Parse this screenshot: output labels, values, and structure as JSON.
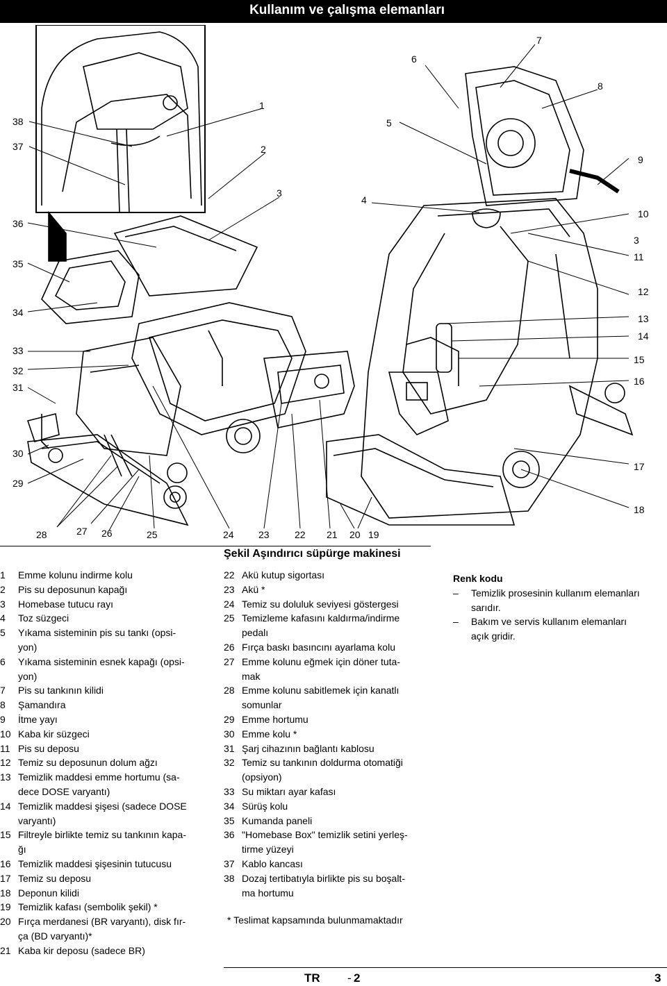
{
  "header": {
    "title": "Kullanım ve çalışma elemanları"
  },
  "figure": {
    "caption": "Şekil Aşındırıcı süpürge makinesi",
    "callouts": [
      {
        "id": "c38",
        "label": "38"
      },
      {
        "id": "c37",
        "label": "37"
      },
      {
        "id": "c36",
        "label": "36"
      },
      {
        "id": "c35",
        "label": "35"
      },
      {
        "id": "c34",
        "label": "34"
      },
      {
        "id": "c33",
        "label": "33"
      },
      {
        "id": "c32",
        "label": "32"
      },
      {
        "id": "c31",
        "label": "31"
      },
      {
        "id": "c30",
        "label": "30"
      },
      {
        "id": "c29",
        "label": "29"
      },
      {
        "id": "c28",
        "label": "28"
      },
      {
        "id": "c27",
        "label": "27"
      },
      {
        "id": "c26",
        "label": "26"
      },
      {
        "id": "c25",
        "label": "25"
      },
      {
        "id": "c24",
        "label": "24"
      },
      {
        "id": "c23",
        "label": "23"
      },
      {
        "id": "c22",
        "label": "22"
      },
      {
        "id": "c21",
        "label": "21"
      },
      {
        "id": "c20",
        "label": "20"
      },
      {
        "id": "c19",
        "label": "19"
      },
      {
        "id": "c18",
        "label": "18"
      },
      {
        "id": "c17",
        "label": "17"
      },
      {
        "id": "c16",
        "label": "16"
      },
      {
        "id": "c15",
        "label": "15"
      },
      {
        "id": "c14",
        "label": "14"
      },
      {
        "id": "c13",
        "label": "13"
      },
      {
        "id": "c12",
        "label": "12"
      },
      {
        "id": "c11",
        "label": "11"
      },
      {
        "id": "c3b",
        "label": "3"
      },
      {
        "id": "c10",
        "label": "10"
      },
      {
        "id": "c9",
        "label": "9"
      },
      {
        "id": "c8",
        "label": "8"
      },
      {
        "id": "c7",
        "label": "7"
      },
      {
        "id": "c6",
        "label": "6"
      },
      {
        "id": "c5",
        "label": "5"
      },
      {
        "id": "c4",
        "label": "4"
      },
      {
        "id": "c3",
        "label": "3"
      },
      {
        "id": "c2",
        "label": "2"
      },
      {
        "id": "c1",
        "label": "1"
      }
    ]
  },
  "legend_col1": [
    {
      "num": "1",
      "lines": [
        "Emme kolunu indirme kolu"
      ]
    },
    {
      "num": "2",
      "lines": [
        "Pis su deposunun kapağı"
      ]
    },
    {
      "num": "3",
      "lines": [
        "Homebase tutucu rayı"
      ]
    },
    {
      "num": "4",
      "lines": [
        "Toz süzgeci"
      ]
    },
    {
      "num": "5",
      "lines": [
        "Yıkama sisteminin pis su tankı (opsi-",
        "yon)"
      ]
    },
    {
      "num": "6",
      "lines": [
        "Yıkama sisteminin esnek kapağı (opsi-",
        "yon)"
      ]
    },
    {
      "num": "7",
      "lines": [
        "Pis su tankının kilidi"
      ]
    },
    {
      "num": "8",
      "lines": [
        "Şamandıra"
      ]
    },
    {
      "num": "9",
      "lines": [
        "İtme yayı"
      ]
    },
    {
      "num": "10",
      "lines": [
        "Kaba kir süzgeci"
      ]
    },
    {
      "num": "11",
      "lines": [
        "Pis su deposu"
      ]
    },
    {
      "num": "12",
      "lines": [
        "Temiz su deposunun dolum ağzı"
      ]
    },
    {
      "num": "13",
      "lines": [
        "Temizlik maddesi emme hortumu (sa-",
        "dece DOSE varyantı)"
      ]
    },
    {
      "num": "14",
      "lines": [
        "Temizlik maddesi şişesi (sadece DOSE",
        "varyantı)"
      ]
    },
    {
      "num": "15",
      "lines": [
        "Filtreyle birlikte temiz su tankının kapa-",
        "ğı"
      ]
    },
    {
      "num": "16",
      "lines": [
        "Temizlik maddesi şişesinin tutucusu"
      ]
    },
    {
      "num": "17",
      "lines": [
        "Temiz su deposu"
      ]
    },
    {
      "num": "18",
      "lines": [
        "Deponun kilidi"
      ]
    },
    {
      "num": "19",
      "lines": [
        "Temizlik kafası (sembolik şekil) *"
      ]
    },
    {
      "num": "20",
      "lines": [
        "Fırça merdanesi (BR varyantı), disk fır-",
        "ça (BD varyantı)*"
      ]
    },
    {
      "num": "21",
      "lines": [
        "Kaba kir deposu (sadece BR)"
      ]
    }
  ],
  "legend_col2": [
    {
      "num": "22",
      "lines": [
        "Akü kutup sigortası"
      ]
    },
    {
      "num": "23",
      "lines": [
        "Akü *"
      ]
    },
    {
      "num": "24",
      "lines": [
        "Temiz su doluluk seviyesi göstergesi"
      ]
    },
    {
      "num": "25",
      "lines": [
        "Temizleme kafasını kaldırma/indirme",
        "pedalı"
      ]
    },
    {
      "num": "26",
      "lines": [
        "Fırça baskı basıncını ayarlama kolu"
      ]
    },
    {
      "num": "27",
      "lines": [
        "Emme kolunu eğmek için döner tuta-",
        "mak"
      ]
    },
    {
      "num": "28",
      "lines": [
        "Emme kolunu sabitlemek için kanatlı",
        "somunlar"
      ]
    },
    {
      "num": "29",
      "lines": [
        "Emme hortumu"
      ]
    },
    {
      "num": "30",
      "lines": [
        "Emme kolu *"
      ]
    },
    {
      "num": "31",
      "lines": [
        "Şarj cihazının bağlantı kablosu"
      ]
    },
    {
      "num": "32",
      "lines": [
        "Temiz su tankının doldurma otomatiği",
        "(opsiyon)"
      ]
    },
    {
      "num": "33",
      "lines": [
        "Su miktarı ayar kafası"
      ]
    },
    {
      "num": "34",
      "lines": [
        "Sürüş kolu"
      ]
    },
    {
      "num": "35",
      "lines": [
        "Kumanda paneli"
      ]
    },
    {
      "num": "36",
      "lines": [
        "\"Homebase Box\" temizlik setini yerleş-",
        "tirme yüzeyi"
      ]
    },
    {
      "num": "37",
      "lines": [
        "Kablo kancası"
      ]
    },
    {
      "num": "38",
      "lines": [
        "Dozaj tertibatıyla birlikte pis su boşalt-",
        "ma hortumu"
      ]
    }
  ],
  "note": "* Teslimat kapsamında bulunmamaktadır",
  "color_code": {
    "title": "Renk kodu",
    "items": [
      [
        "Temizlik prosesinin kullanım elemanları",
        "sarıdır."
      ],
      [
        "Bakım ve servis kullanım elemanları",
        "açık gridir."
      ]
    ],
    "dash": "–"
  },
  "footer": {
    "lang": "TR",
    "sep": "-",
    "sub": "2",
    "page": "3"
  }
}
